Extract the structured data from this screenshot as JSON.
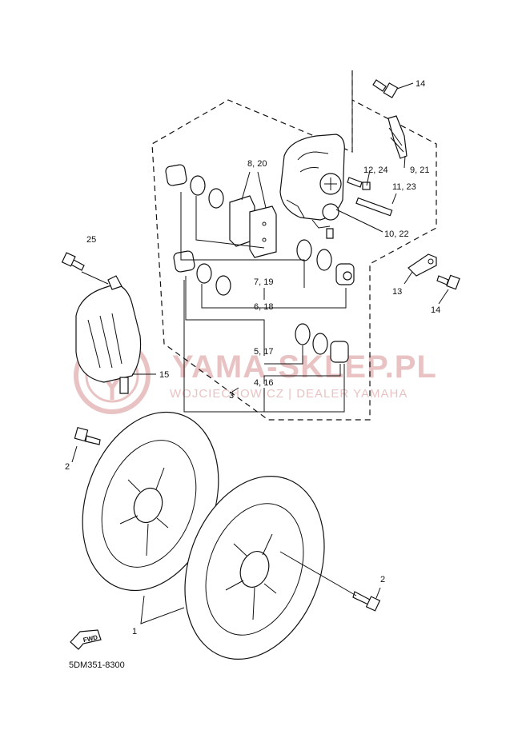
{
  "callouts": {
    "c1": "1",
    "c2a": "2",
    "c2b": "2",
    "c3": "3",
    "c4_16": "4, 16",
    "c5_17": "5, 17",
    "c6_18": "6, 18",
    "c7_19": "7, 19",
    "c8_20": "8, 20",
    "c9_21": "9, 21",
    "c10_22": "10, 22",
    "c11_23": "11, 23",
    "c12_24": "12, 24",
    "c13": "13",
    "c14a": "14",
    "c14b": "14",
    "c15": "15",
    "c25": "25"
  },
  "watermark": {
    "main": "YAMA-SKLEP.PL",
    "sub": "WOJCIECHOWICZ | DEALER YAMAHA"
  },
  "fwd_label": "FWD",
  "diagram_code": "5DM351-8300",
  "colors": {
    "ink": "#111111",
    "watermark": "#e9c3c3"
  }
}
